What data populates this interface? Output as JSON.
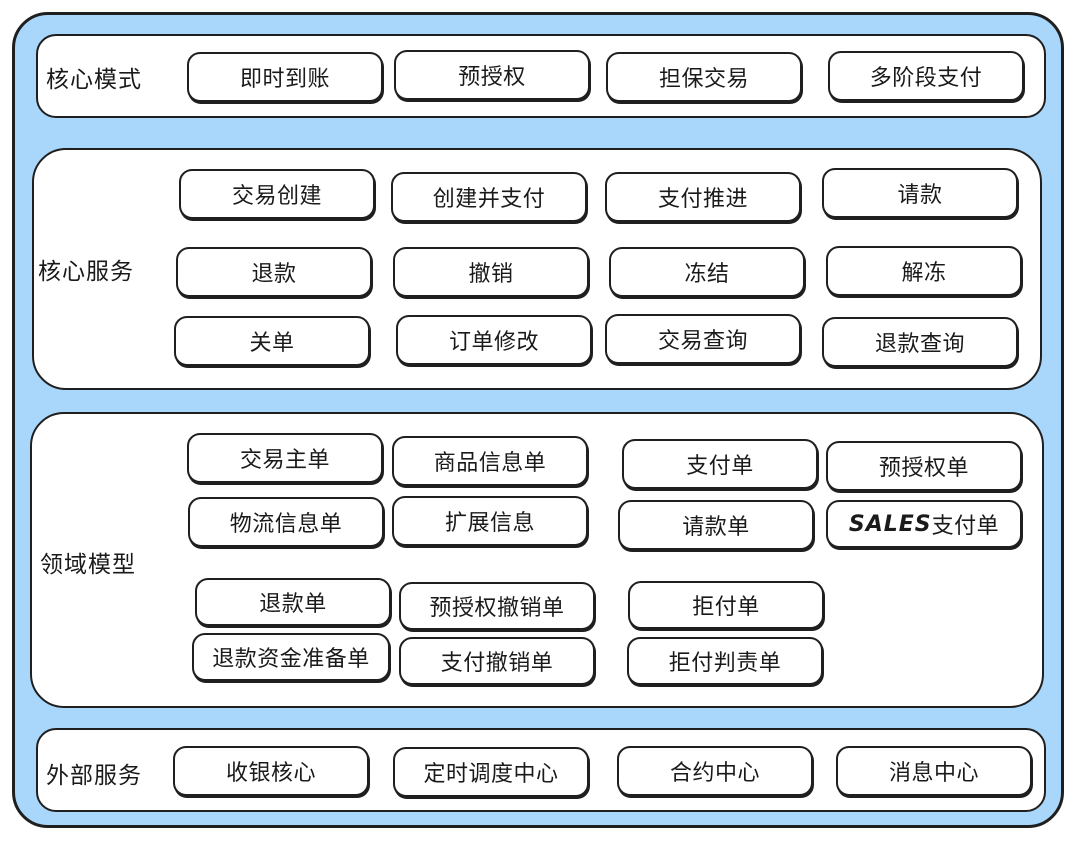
{
  "core_modes": {
    "label": "核心模式",
    "items": [
      "即时到账",
      "预授权",
      "担保交易",
      "多阶段支付"
    ]
  },
  "core_services": {
    "label": "核心服务",
    "items": [
      "交易创建",
      "创建并支付",
      "支付推进",
      "请款",
      "退款",
      "撤销",
      "冻结",
      "解冻",
      "关单",
      "订单修改",
      "交易查询",
      "退款查询"
    ]
  },
  "domain_model": {
    "label": "领域模型",
    "items": [
      "交易主单",
      "商品信息单",
      "支付单",
      "预授权单",
      "物流信息单",
      "扩展信息",
      "请款单",
      "支付单",
      "退款单",
      "预授权撤销单",
      "拒付单",
      "退款资金准备单",
      "支付撤销单",
      "拒付判责单"
    ],
    "sales_prefix": "SALES"
  },
  "external_services": {
    "label": "外部服务",
    "items": [
      "收银核心",
      "定时调度中心",
      "合约中心",
      "消息中心"
    ]
  },
  "colors": {
    "outer_background": "#a9d7fb",
    "panel_background": "#ffffff",
    "stroke": "#1f1f1f"
  }
}
